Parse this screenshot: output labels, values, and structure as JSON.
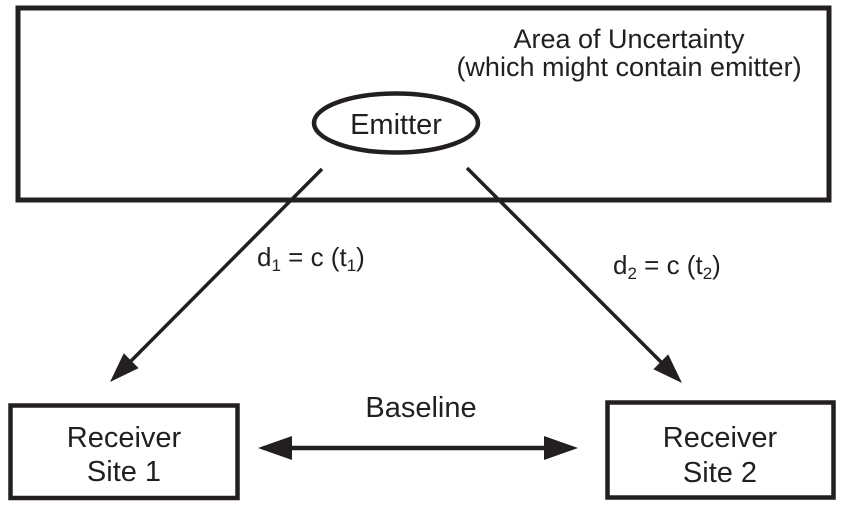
{
  "diagram": {
    "title_implied": "Emitter location geometry diagram",
    "area_box": {
      "label_line1": "Area of Uncertainty",
      "label_line2": "(which might contain emitter)"
    },
    "emitter": {
      "label": "Emitter"
    },
    "distance_labels": {
      "d1": {
        "base": "d",
        "sub1": "1",
        "middle": " = c (t",
        "sub2": "1",
        "close": ")"
      },
      "d2": {
        "base": "d",
        "sub1": "2",
        "middle": " = c (t",
        "sub2": "2",
        "close": ")"
      }
    },
    "baseline": {
      "label": "Baseline"
    },
    "receivers": {
      "site1": {
        "line1": "Receiver",
        "line2": "Site 1"
      },
      "site2": {
        "line1": "Receiver",
        "line2": "Site 2"
      }
    },
    "colors": {
      "ink": "#231f20",
      "background": "#ffffff"
    }
  }
}
